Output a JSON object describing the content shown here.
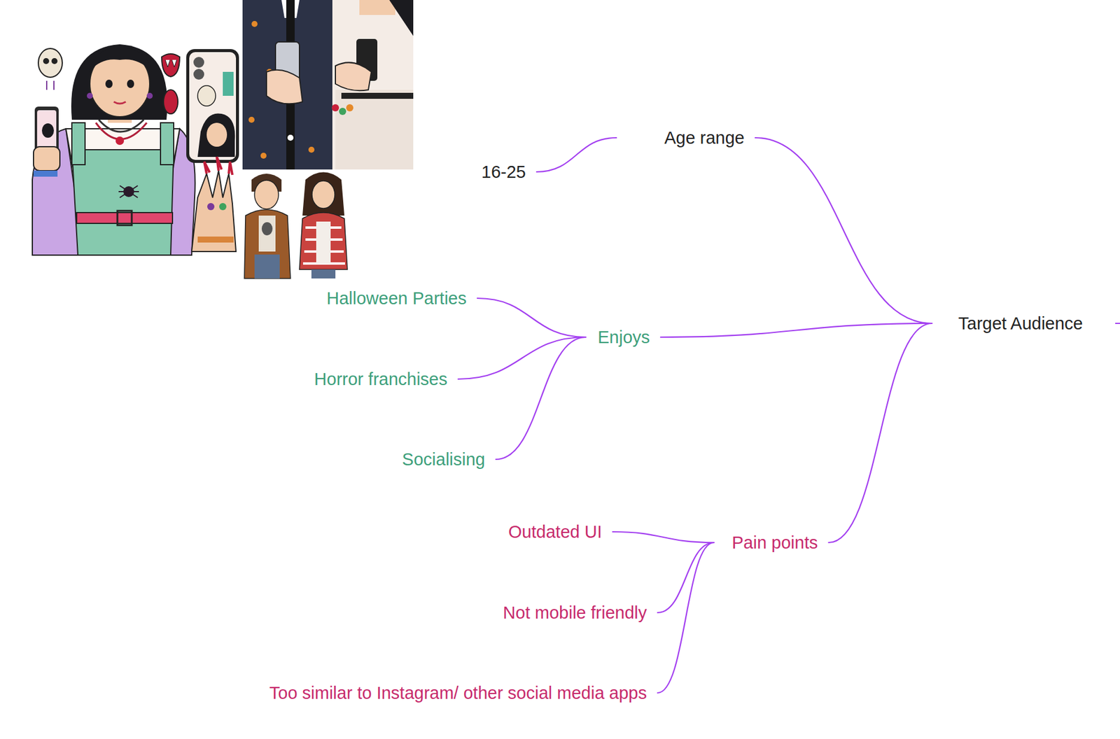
{
  "diagram": {
    "nodes": [
      {
        "text": [
          "Age range"
        ]
      },
      {
        "text": [
          "16-25"
        ]
      },
      {
        "text": [
          "Target Audience"
        ]
      },
      {
        "text": [
          "Halloween Parties"
        ]
      },
      {
        "text": [
          "Enjoys"
        ]
      },
      {
        "text": [
          "Horror franchises"
        ]
      },
      {
        "text": [
          "Socialising"
        ]
      },
      {
        "text": [
          "Outdated UI"
        ]
      },
      {
        "text": [
          "Pain points"
        ]
      },
      {
        "text": [
          "Not mobile friendly"
        ]
      },
      {
        "text": [
          "Too similar to Instagram/ other social media apps"
        ]
      }
    ],
    "edges": [
      {
        "from": 2,
        "to": 0,
        "arrow": "none"
      },
      {
        "from": 2,
        "to": 4,
        "arrow": "none"
      },
      {
        "from": 2,
        "to": 8,
        "arrow": "none"
      },
      {
        "from": 0,
        "to": 1,
        "arrow": "none"
      },
      {
        "from": 4,
        "to": 3,
        "arrow": "none"
      },
      {
        "from": 4,
        "to": 5,
        "arrow": "none"
      },
      {
        "from": 4,
        "to": 6,
        "arrow": "none"
      },
      {
        "from": 8,
        "to": 7,
        "arrow": "none"
      },
      {
        "from": 8,
        "to": 9,
        "arrow": "none"
      },
      {
        "from": 8,
        "to": 10,
        "arrow": "none"
      }
    ]
  }
}
